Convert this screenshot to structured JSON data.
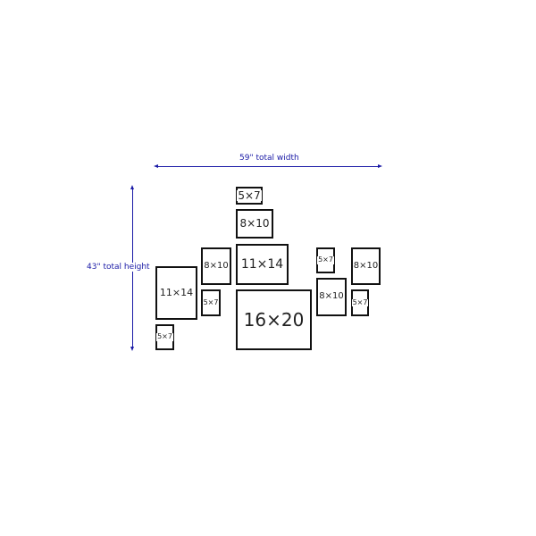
{
  "dimensions": {
    "width_label": "59\" total width",
    "height_label": "43\" total height"
  },
  "frames": [
    {
      "id": "top-5x7",
      "label": "5×7"
    },
    {
      "id": "top-8x10",
      "label": "8×10"
    },
    {
      "id": "center-11x14",
      "label": "11×14"
    },
    {
      "id": "center-16x20",
      "label": "16×20"
    },
    {
      "id": "left-11x14",
      "label": "11×14"
    },
    {
      "id": "left-bottom-5x7",
      "label": "5×7"
    },
    {
      "id": "left-mid-8x10",
      "label": "8×10"
    },
    {
      "id": "left-mid-5x7",
      "label": "5×7"
    },
    {
      "id": "right-5x7",
      "label": "5×7"
    },
    {
      "id": "right-8x10",
      "label": "8×10"
    },
    {
      "id": "far-right-8x10",
      "label": "8×10"
    },
    {
      "id": "far-right-5x7",
      "label": "5×7"
    }
  ],
  "colors": {
    "dimension": "#1a1aa6",
    "frame": "#111111"
  }
}
